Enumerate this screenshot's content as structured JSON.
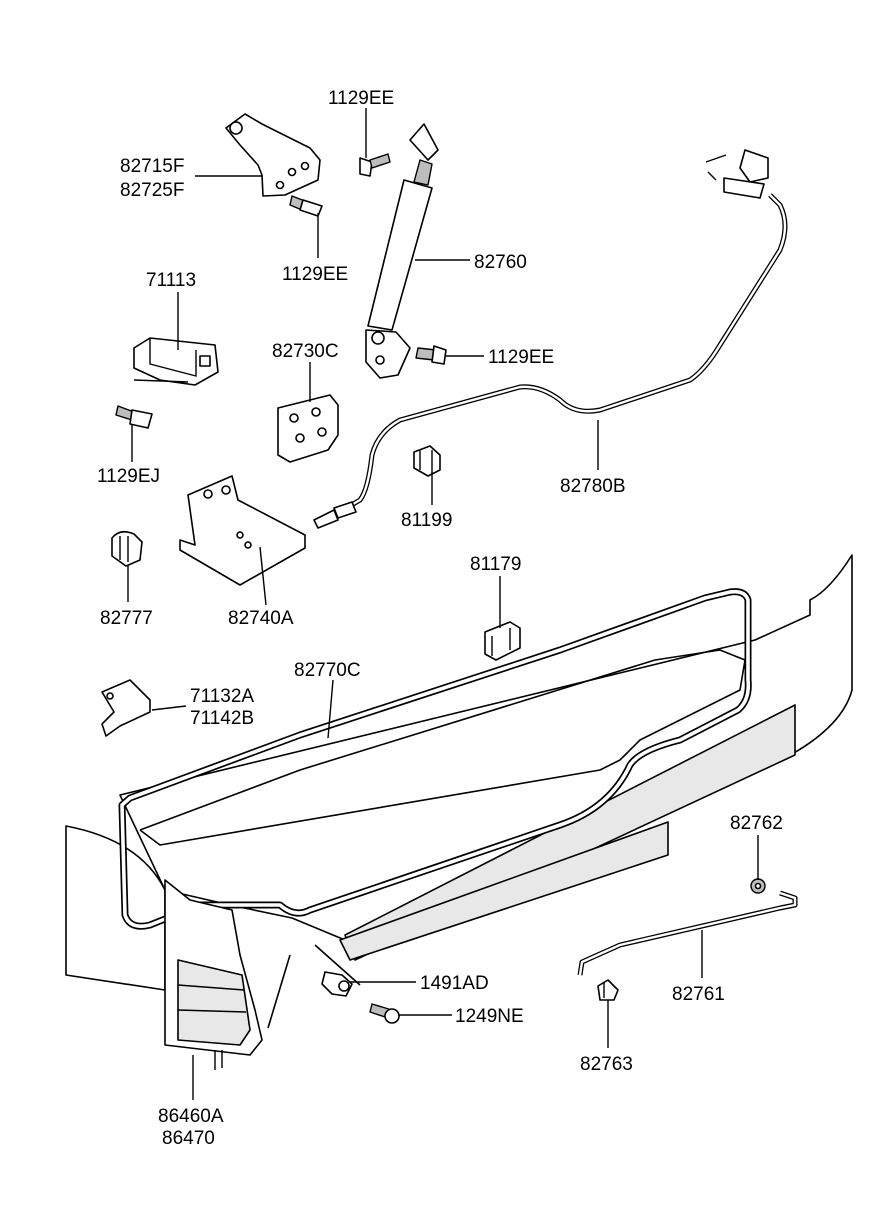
{
  "labels": {
    "l1129ee_top": "1129EE",
    "l82715f": "82715F",
    "l82725f": "82725F",
    "l1129ee_mid": "1129EE",
    "l71113": "71113",
    "l82760": "82760",
    "l82730c": "82730C",
    "l1129ee_right": "1129EE",
    "l1129ej": "1129EJ",
    "l81199": "81199",
    "l82780b": "82780B",
    "l82777": "82777",
    "l82740a": "82740A",
    "l81179": "81179",
    "l82770c": "82770C",
    "l71132a": "71132A",
    "l71142b": "71142B",
    "l82762": "82762",
    "l1491ad": "1491AD",
    "l1249ne": "1249NE",
    "l82761": "82761",
    "l82763": "82763",
    "l86460a": "86460A",
    "l86470": "86470"
  }
}
